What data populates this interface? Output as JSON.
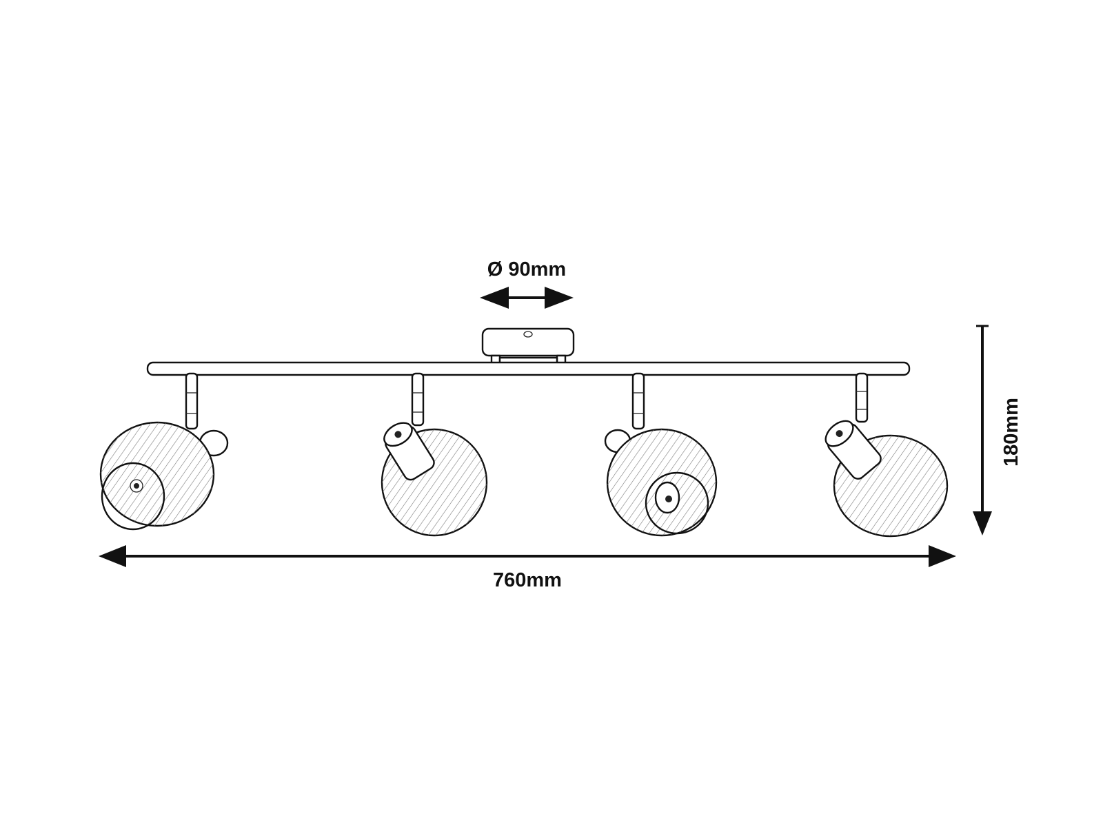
{
  "dimensions": {
    "base_diameter": "Ø 90mm",
    "total_width": "760mm",
    "total_height": "180mm"
  },
  "colors": {
    "line": "#111111",
    "background": "#ffffff"
  }
}
